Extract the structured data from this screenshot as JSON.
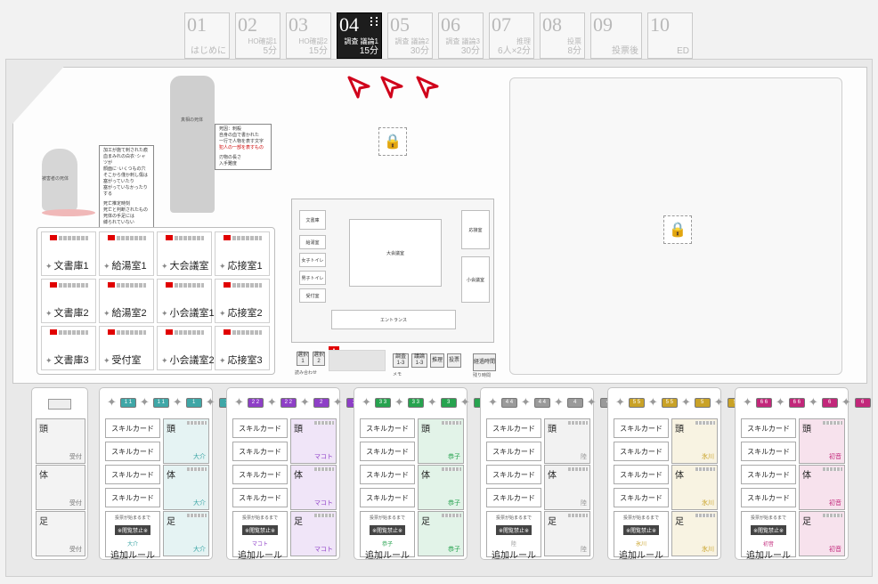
{
  "phases": [
    {
      "num": "01",
      "line1": "",
      "line2": "はじめに"
    },
    {
      "num": "02",
      "line1": "HO確認1",
      "line2": "5分"
    },
    {
      "num": "03",
      "line1": "HO確認2",
      "line2": "15分"
    },
    {
      "num": "04",
      "line1": "調査 議論1",
      "line2": "15分"
    },
    {
      "num": "05",
      "line1": "調査 議論2",
      "line2": "30分"
    },
    {
      "num": "06",
      "line1": "調査 議論3",
      "line2": "30分"
    },
    {
      "num": "07",
      "line1": "推理",
      "line2": "6人×2分"
    },
    {
      "num": "08",
      "line1": "投票",
      "line2": "8分"
    },
    {
      "num": "09",
      "line1": "",
      "line2": "投票後"
    },
    {
      "num": "10",
      "line1": "",
      "line2": "ED"
    }
  ],
  "active_phase_index": 3,
  "icons": {
    "lock": "lock-icon",
    "arrow": "cursor-arrow-icon",
    "star": "sparkle-icon",
    "alert": "exclamation-icon"
  },
  "colors": {
    "active_phase": "#1d1d1d",
    "marker_red": "#e10000",
    "arrow_red": "#d0021b"
  },
  "locations": [
    "文書庫1",
    "給湯室1",
    "大会議室",
    "応接室1",
    "文書庫2",
    "給湯室2",
    "小会議室1",
    "応接室2",
    "文書庫3",
    "受付室",
    "小会議室2",
    "応接室3"
  ],
  "plan": {
    "rooms": {
      "bunshoko": "文書庫",
      "kyuto": "給湯室",
      "joshi": "女子トイレ",
      "danshi": "男子トイレ",
      "uketsuke": "受付室",
      "daikaigi": "大会議室",
      "osetsu": "応接室",
      "shokaigi": "小会議室",
      "entrance": "エントランス"
    }
  },
  "left_notes": {
    "victim_label": "被害者の死体",
    "victim_lines": [
      "加工が施て刺された痕",
      "血まみれの白衣･シャツが",
      "顔面に･いくつもの穴",
      "そこから僅か刺し傷は",
      "塞がっていたり",
      "塞がっていなかったりする",
      "",
      "死亡推定時刻",
      "死亡と判断されたもの",
      "死体の手足には",
      "縛られていない"
    ],
    "culprit_label": "真相の死体",
    "culprit_lines": [
      "死因：刺殺",
      "自身の血で書かれた",
      "一行で人物を表す文字",
      "犯人の一部を表すもの",
      "",
      "刃物の長さ",
      "入手難度"
    ]
  },
  "controls": {
    "hint1": "選択1",
    "hint2": "選択2",
    "read_label": "読み合わせ",
    "chosa": "調査1-3",
    "giron": "議論1-3",
    "suiri": "推理",
    "tohyo": "投票",
    "memo": "メモ",
    "dial_label": "経過時間",
    "dial_sub": "残り時間"
  },
  "players": [
    {
      "name": "大介",
      "color": "#3fa7a7",
      "chip": "1",
      "chips": [
        "1 1",
        "1 1",
        "1",
        "1"
      ]
    },
    {
      "name": "マコト",
      "color": "#8e3fc7",
      "chip": "2",
      "chips": [
        "2 2",
        "2 2",
        "2",
        "2"
      ]
    },
    {
      "name": "恭子",
      "color": "#27a34f",
      "chip": "3",
      "chips": [
        "3 3",
        "3 3",
        "3",
        "3"
      ]
    },
    {
      "name": "陸",
      "color": "#9a9a9a",
      "chip": "4",
      "chips": [
        "4 4",
        "4 4",
        "4",
        "4"
      ]
    },
    {
      "name": "氷川",
      "color": "#c9a227",
      "chip": "5",
      "chips": [
        "5 5",
        "5 5",
        "5",
        "5"
      ]
    },
    {
      "name": "初音",
      "color": "#c2277a",
      "chip": "6",
      "chips": [
        "6 6",
        "6 6",
        "6",
        "6"
      ]
    }
  ],
  "card": {
    "skill": "スキルカード",
    "head": "頭",
    "body": "体",
    "leg": "足",
    "rule_note": "投票が始まるまで",
    "ban": "※閲覧禁止※",
    "add_rule": "追加ルール"
  },
  "empty_panel": {
    "label": "受付"
  }
}
